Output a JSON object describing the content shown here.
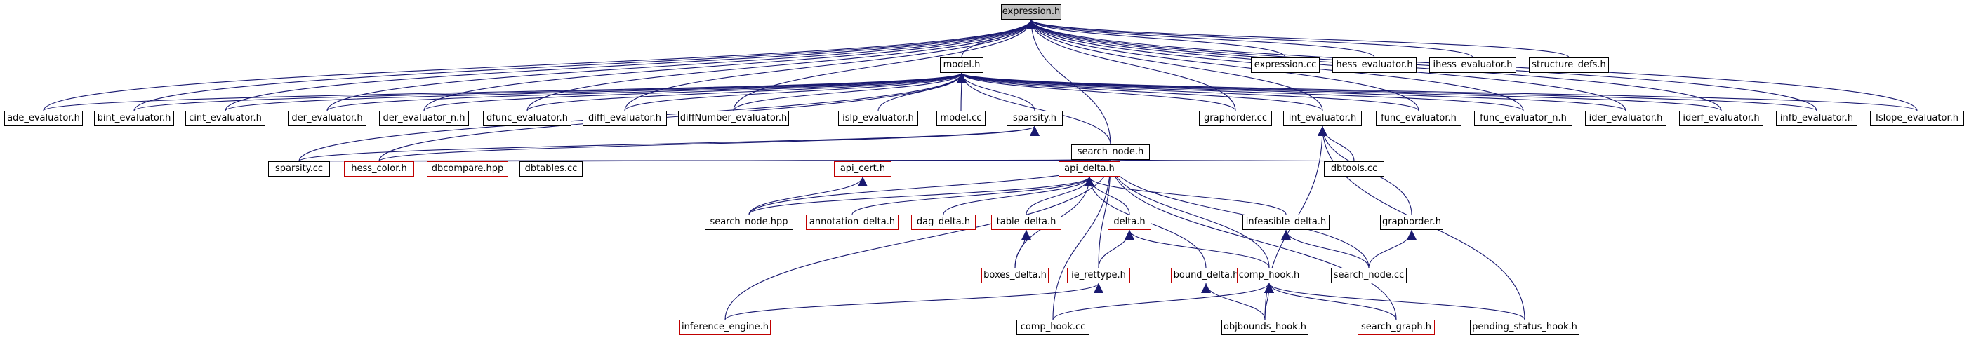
{
  "colors": {
    "edge": "#191970",
    "border_black": "#000000",
    "border_red": "#c00000",
    "root_fill": "#bfbfbf"
  },
  "nodes": {
    "expression_h": "expression.h",
    "model_h": "model.h",
    "expression_cc": "expression.cc",
    "hess_evaluator_h": "hess_evaluator.h",
    "ihess_evaluator_h": "ihess_evaluator.h",
    "structure_defs_h": "structure_defs.h",
    "ade_evaluator_h": "ade_evaluator.h",
    "bint_evaluator_h": "bint_evaluator.h",
    "cint_evaluator_h": "cint_evaluator.h",
    "der_evaluator_h": "der_evaluator.h",
    "der_evaluator_n_h": "der_evaluator_n.h",
    "dfunc_evaluator_h": "dfunc_evaluator.h",
    "diffi_evaluator_h": "diffi_evaluator.h",
    "diffnumber_evaluator_h": "diffNumber_evaluator.h",
    "islp_evaluator_h": "islp_evaluator.h",
    "model_cc": "model.cc",
    "sparsity_h": "sparsity.h",
    "search_node_h": "search_node.h",
    "graphorder_cc": "graphorder.cc",
    "int_evaluator_h": "int_evaluator.h",
    "func_evaluator_h": "func_evaluator.h",
    "func_evaluator_n_h": "func_evaluator_n.h",
    "ider_evaluator_h": "ider_evaluator.h",
    "iderf_evaluator_h": "iderf_evaluator.h",
    "infb_evaluator_h": "infb_evaluator.h",
    "islope_evaluator_h": "Islope_evaluator.h",
    "sparsity_cc": "sparsity.cc",
    "hess_color_h": "hess_color.h",
    "dbcompare_hpp": "dbcompare.hpp",
    "dbtables_cc": "dbtables.cc",
    "dbtools_cc": "dbtools.cc",
    "api_cert_h": "api_cert.h",
    "api_delta_h": "api_delta.h",
    "search_node_hpp": "search_node.hpp",
    "annotation_delta_h": "annotation_delta.h",
    "dag_delta_h": "dag_delta.h",
    "table_delta_h": "table_delta.h",
    "delta_h": "delta.h",
    "infeasible_delta_h": "infeasible_delta.h",
    "graphorder_h": "graphorder.h",
    "boxes_delta_h": "boxes_delta.h",
    "ie_rettype_h": "ie_rettype.h",
    "bound_delta_h": "bound_delta.h",
    "comp_hook_h": "comp_hook.h",
    "search_node_cc": "search_node.cc",
    "inference_engine_h": "inference_engine.h",
    "comp_hook_cc": "comp_hook.cc",
    "objbounds_hook_h": "objbounds_hook.h",
    "search_graph_h": "search_graph.h",
    "pending_status_hook_h": "pending_status_hook.h"
  }
}
